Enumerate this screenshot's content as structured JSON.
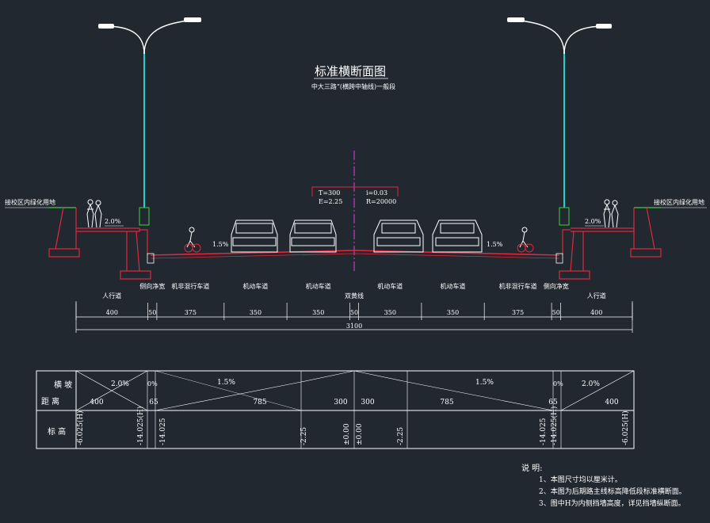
{
  "title": "标准横断面图",
  "subtitle": "中大三路”(横跨中轴线)一般段",
  "side_labels": {
    "left": "接校区内绿化用地",
    "right": "接校区内绿化用地"
  },
  "curve_params": {
    "t": "T=300",
    "e": "E=2.25",
    "i": "i=0.03",
    "r": "R=20000"
  },
  "lanes": [
    {
      "name": "人行道",
      "width": "400"
    },
    {
      "name": "侧向净宽",
      "width": "50"
    },
    {
      "name": "机非混行车道",
      "width": "375"
    },
    {
      "name": "机动车道",
      "width": "350"
    },
    {
      "name": "机动车道",
      "width": "350"
    },
    {
      "name": "双黄线",
      "width": "50"
    },
    {
      "name": "机动车道",
      "width": "350"
    },
    {
      "name": "机动车道",
      "width": "350"
    },
    {
      "name": "机非混行车道",
      "width": "375"
    },
    {
      "name": "侧向净宽",
      "width": "50"
    },
    {
      "name": "人行道",
      "width": "400"
    }
  ],
  "total_width": "3100",
  "slopes": {
    "sidewalk": "2.0%",
    "road": "1.5%"
  },
  "table": {
    "row1_label": "横 坡",
    "row2_label": "距 离",
    "row3_label": "标 高",
    "slopes": [
      "2.0%",
      "0%",
      "1.5%",
      "1.5%",
      "0%",
      "2.0%"
    ],
    "distances": [
      "400",
      "65",
      "785",
      "300",
      "300",
      "785",
      "65",
      "400"
    ],
    "elevations": [
      "-6.025(H)",
      "-14.025(H)",
      "-14.025",
      "-2.25",
      "±0.00",
      "±0.00",
      "-2.25",
      "-14.025",
      "-14.025(H)",
      "-6.025(H)"
    ]
  },
  "notes": {
    "heading": "说 明:",
    "items": [
      "1、本图尺寸均以厘米计。",
      "2、本图为后期路主线标高降低段标准横断面。",
      "3、图中H为内侧挡墙高度，详见挡墙纵断面。"
    ]
  },
  "colors": {
    "background": "#212830",
    "text": "#ffffff",
    "red": "#e0283c",
    "magenta": "#e040e0",
    "cyan": "#20d0d0",
    "green": "#40d040"
  }
}
